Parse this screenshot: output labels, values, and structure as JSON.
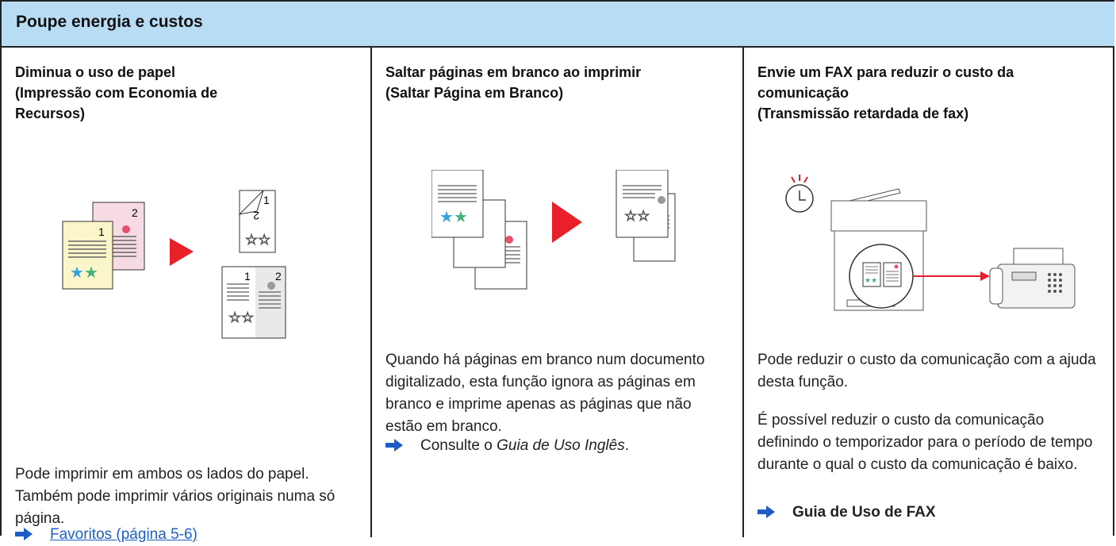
{
  "header": {
    "title": "Poupe energia e custos"
  },
  "columns": [
    {
      "title_lines": [
        "Diminua o uso de papel",
        "(Impressão com Economia de",
        "Recursos)"
      ],
      "description": "Pode imprimir em ambos os lados do papel. Também pode imprimir vários originais numa só página.",
      "reference_link": "Favoritos (página 5-6)"
    },
    {
      "title_lines": [
        "Saltar páginas em branco ao imprimir",
        "(Saltar Página em Branco)"
      ],
      "description": "Quando há páginas em branco num documento digitalizado, esta função ignora as páginas em branco e imprime apenas as páginas que não estão em branco.",
      "reference_prefix": "Consulte o ",
      "reference_italic": "Guia de Uso Inglês",
      "reference_suffix": "."
    },
    {
      "title_lines": [
        "Envie um FAX para reduzir o custo da",
        "comunicação",
        "(Transmissão retardada de fax)"
      ],
      "description": "Pode reduzir o custo da comunicação com a ajuda desta função.",
      "description2": "É possível reduzir o custo da comunicação definindo o temporizador para o período de tempo durante o qual o custo da comunicação é baixo.",
      "reference_bold": "Guia de Uso de FAX"
    }
  ],
  "illustration_labels": {
    "page1": "1",
    "page2": "2"
  },
  "colors": {
    "header_bg": "#b9dcf5",
    "arrow_red": "#e8202a",
    "link_blue": "#1b5fc7",
    "ref_arrow": "#1e5cc8"
  }
}
